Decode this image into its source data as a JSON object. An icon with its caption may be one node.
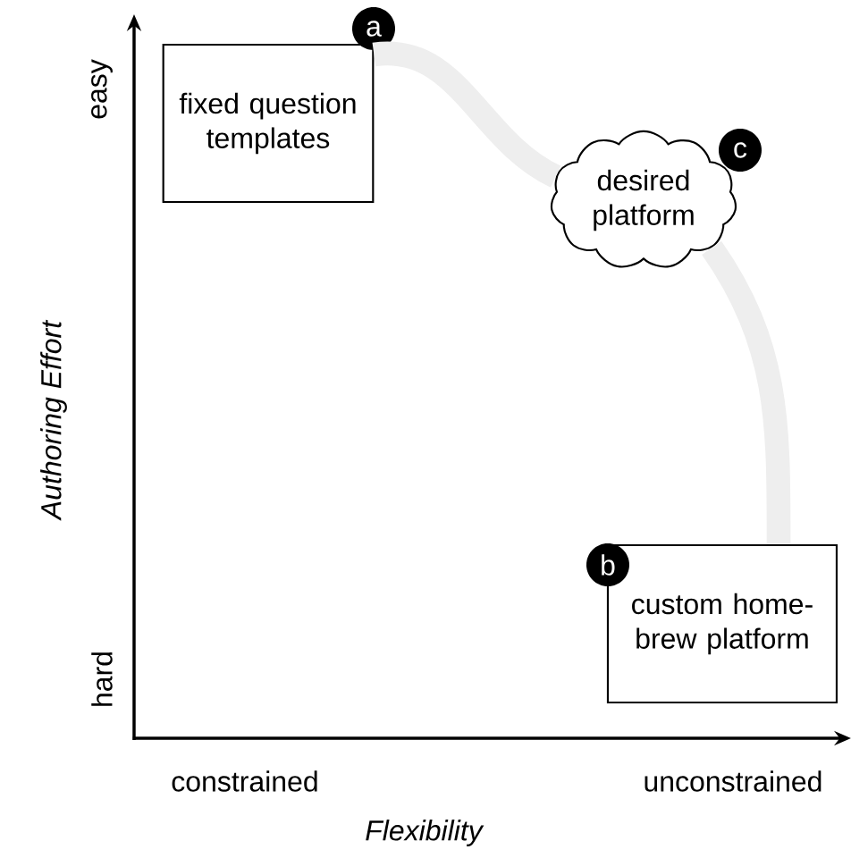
{
  "diagram": {
    "nodes": [
      {
        "text": [
          "fixed question templates"
        ]
      },
      {
        "text": [
          "a"
        ]
      },
      {
        "text": [
          "c"
        ]
      },
      {
        "text": [
          "desired platform"
        ]
      },
      {
        "text": [
          "b"
        ]
      },
      {
        "text": [
          "custom home-brew platform"
        ]
      }
    ],
    "edges": [
      {
        "from": 0,
        "to": 3,
        "arrow": "none"
      },
      {
        "from": 3,
        "to": 5,
        "arrow": "none"
      }
    ],
    "labels": [
      "easy",
      "Authoring Effort",
      "hard",
      "constrained",
      "unconstrained",
      "Flexibility"
    ]
  }
}
